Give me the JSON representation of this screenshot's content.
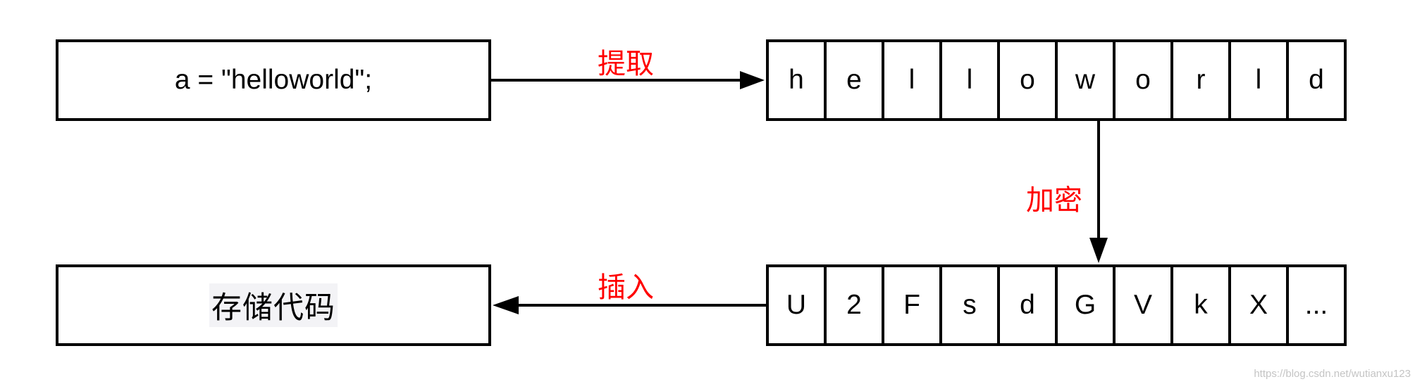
{
  "source_box": {
    "text": "a = \"helloworld\";"
  },
  "storage_box": {
    "text": "存储代码"
  },
  "plain_cells": [
    "h",
    "e",
    "l",
    "l",
    "o",
    "w",
    "o",
    "r",
    "l",
    "d"
  ],
  "cipher_cells": [
    "U",
    "2",
    "F",
    "s",
    "d",
    "G",
    "V",
    "k",
    "X",
    "..."
  ],
  "operations": {
    "extract": "提取",
    "encrypt": "加密",
    "insert": "插入"
  },
  "colors": {
    "label_red": "#ff0000",
    "stroke": "#000000"
  },
  "watermark": "https://blog.csdn.net/wutianxu123"
}
